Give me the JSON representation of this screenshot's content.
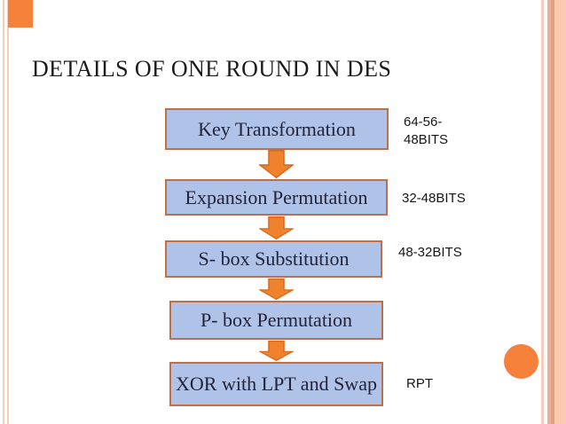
{
  "slide": {
    "title": "DETAILS OF ONE ROUND IN DES"
  },
  "diagram": {
    "type": "flowchart",
    "direction": "top-down",
    "connector": "down-arrow",
    "steps": [
      {
        "label": "Key Transformation",
        "annotation": "64-56-\n48BITS"
      },
      {
        "label": "Expansion Permutation",
        "annotation": "32-48BITS"
      },
      {
        "label": "S- box Substitution",
        "annotation": "48-32BITS"
      },
      {
        "label": "P- box Permutation",
        "annotation": ""
      },
      {
        "label": "XOR with LPT and Swap",
        "annotation": "RPT"
      }
    ]
  },
  "colors": {
    "orange": "#F5813A",
    "arrow-fill": "#F0822D",
    "arrow-stroke": "#D7691E",
    "box-fill": "#AFC2E8",
    "box-border": "#BF6F4A",
    "box-text": "#23233A",
    "stripe-light": "#F2CEBD",
    "stripe-mid": "#ECAF93",
    "stripe-dark": "#DFA183",
    "stripe-band": "#FBC9B0"
  }
}
